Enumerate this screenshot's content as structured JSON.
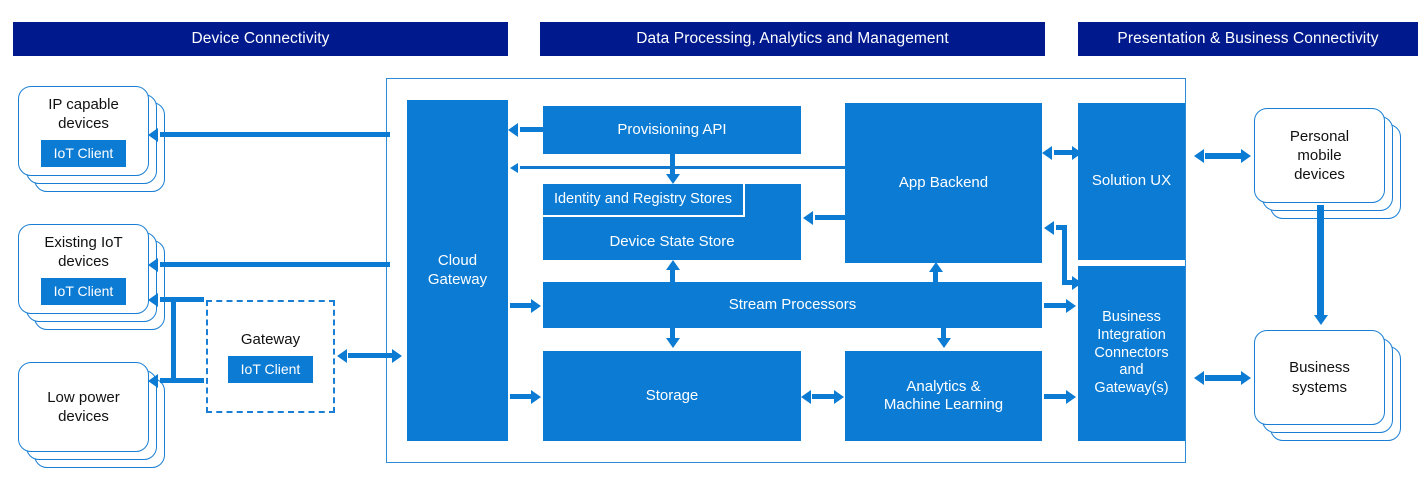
{
  "banners": [
    {
      "label": "Device Connectivity"
    },
    {
      "label": "Data Processing, Analytics and Management"
    },
    {
      "label": "Presentation & Business Connectivity"
    }
  ],
  "colors": {
    "banner_bg": "#001a8e",
    "block_fill": "#0b7bd4",
    "outline": "#1a7fd4",
    "container_border": "#2e8bd8",
    "text_on_blue": "#ffffff",
    "text_dark": "#111111"
  },
  "device_connectivity": {
    "devices": [
      {
        "title": "IP capable devices",
        "line1": "IP capable",
        "line2": "devices",
        "badge": "IoT Client",
        "has_badge": true
      },
      {
        "title": "Existing IoT devices",
        "line1": "Existing IoT",
        "line2": "devices",
        "badge": "IoT Client",
        "has_badge": true
      },
      {
        "title": "Low power devices",
        "line1": "Low power",
        "line2": "devices",
        "badge": "",
        "has_badge": false
      }
    ],
    "gateway": {
      "title": "Gateway",
      "badge": "IoT Client"
    }
  },
  "data_processing": {
    "blocks": [
      {
        "id": "cloud-gateway",
        "line1": "Cloud",
        "line2": "Gateway"
      },
      {
        "id": "provisioning-api",
        "label": "Provisioning API"
      },
      {
        "id": "identity-registry-stores",
        "label": "Identity and Registry Stores"
      },
      {
        "id": "device-state-store",
        "label": "Device State Store"
      },
      {
        "id": "app-backend",
        "label": "App Backend"
      },
      {
        "id": "stream-processors",
        "label": "Stream Processors"
      },
      {
        "id": "storage",
        "label": "Storage"
      },
      {
        "id": "analytics-ml",
        "line1": "Analytics &",
        "line2": "Machine Learning"
      }
    ]
  },
  "presentation": {
    "solution_ux": {
      "label": "Solution UX"
    },
    "business_integration": {
      "line1": "Business",
      "line2": "Integration",
      "line3": "Connectors",
      "line4": "and",
      "line5": "Gateway(s)"
    },
    "endpoints": [
      {
        "line1": "Personal",
        "line2": "mobile",
        "line3": "devices"
      },
      {
        "line1": "Business",
        "line2": "systems",
        "line3": ""
      }
    ]
  }
}
